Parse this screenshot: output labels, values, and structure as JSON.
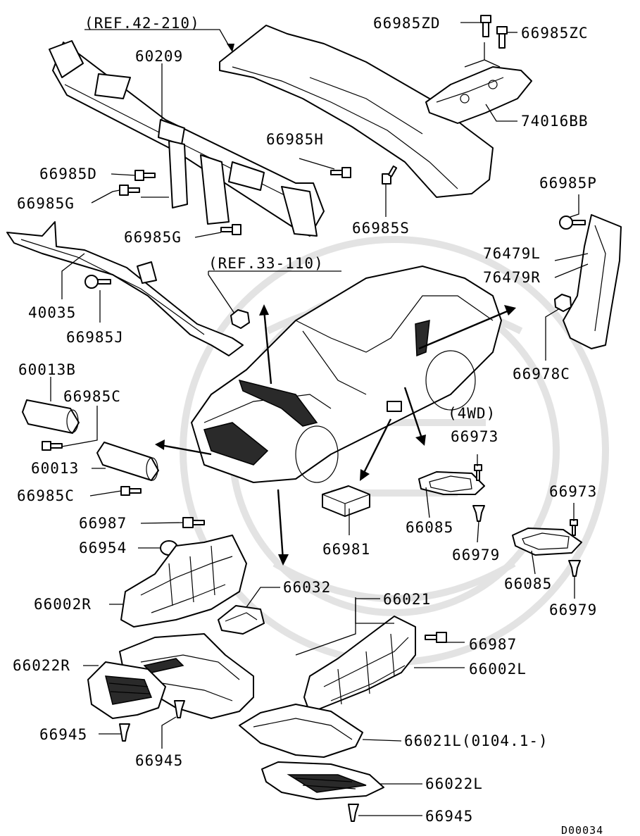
{
  "diagram_code": "D00034",
  "labels": {
    "ref_42_210": "(REF.42-210)",
    "ref_33_110": "(REF.33-110)",
    "p60209": "60209",
    "p66985ZD": "66985ZD",
    "p66985ZC": "66985ZC",
    "p74016BB": "74016BB",
    "p66985H": "66985H",
    "p66985D": "66985D",
    "p66985G_a": "66985G",
    "p66985G_b": "66985G",
    "p66985S": "66985S",
    "p66985P": "66985P",
    "p76479L": "76479L",
    "p76479R": "76479R",
    "p40035": "40035",
    "p66985J": "66985J",
    "p66978C": "66978C",
    "p60013B": "60013B",
    "p66985C_a": "66985C",
    "p60013": "60013",
    "p66985C_b": "66985C",
    "note_4wd": "(4WD)",
    "p66973_a": "66973",
    "p66973_b": "66973",
    "p66085_a": "66085",
    "p66085_b": "66085",
    "p66979_a": "66979",
    "p66979_b": "66979",
    "p66981": "66981",
    "p66987_a": "66987",
    "p66954": "66954",
    "p66002R": "66002R",
    "p66032": "66032",
    "p66021": "66021",
    "p66987_b": "66987",
    "p66002L": "66002L",
    "p66022R": "66022R",
    "p66945_a": "66945",
    "p66945_b": "66945",
    "p66021L": "66021L(0104.1-)",
    "p66022L": "66022L",
    "p66945_c": "66945"
  }
}
